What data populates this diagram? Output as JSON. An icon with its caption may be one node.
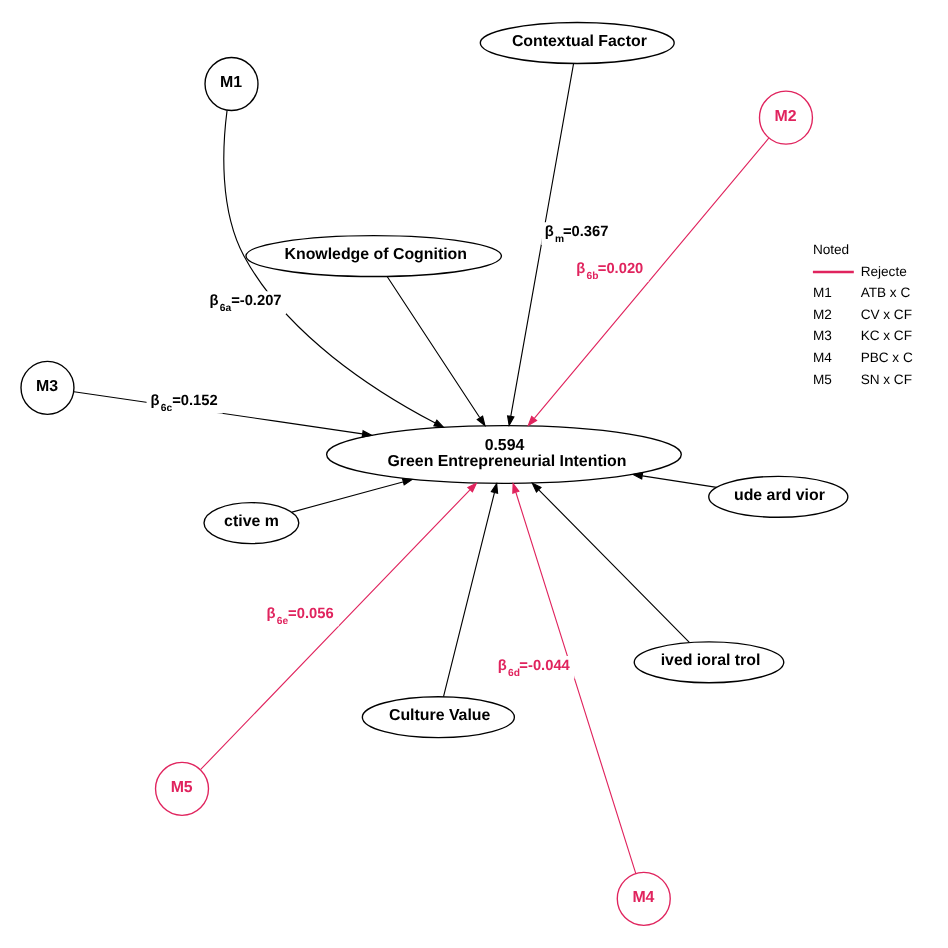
{
  "diagram": {
    "nodes": [
      {
        "text": [
          "Knowledge of Cognition"
        ]
      },
      {
        "text": [
          "ude ard vior"
        ]
      },
      {
        "text": [
          "M4"
        ]
      },
      {
        "text": [
          "Contextual Factor"
        ]
      },
      {
        "text": [
          "M2"
        ]
      },
      {
        "text": [
          "M1"
        ]
      },
      {
        "text": [
          "ctive m"
        ]
      },
      {
        "text": [
          "0.594",
          "Green Entrepreneurial Intention"
        ]
      },
      {
        "text": [
          "M5"
        ]
      },
      {
        "text": [
          "ived ioral trol"
        ]
      },
      {
        "text": [
          "Culture Value"
        ]
      },
      {
        "text": [
          "M3"
        ]
      }
    ],
    "edges": [
      {
        "from": 0,
        "to": 7,
        "arrow": "to"
      },
      {
        "from": 1,
        "to": 7,
        "arrow": "to"
      },
      {
        "from": 2,
        "to": 7,
        "arrow": "to",
        "label": "β$_{6d}$=-0.044",
        "color": "#e0245e"
      },
      {
        "from": 3,
        "to": 7,
        "arrow": "to",
        "label": "β$_{m}$=0.367"
      },
      {
        "from": 4,
        "to": 7,
        "arrow": "to",
        "label": "β$_{6b}$=0.020",
        "color": "#e0245e"
      },
      {
        "from": 5,
        "to": 7,
        "arrow": "to",
        "label": "β$_{6a}$=-0.207"
      },
      {
        "from": 6,
        "to": 7,
        "arrow": "to"
      },
      {
        "from": 8,
        "to": 7,
        "arrow": "to",
        "label": "β$_{6e}$=0.056",
        "color": "#e0245e"
      },
      {
        "from": 9,
        "to": 7,
        "arrow": "to"
      },
      {
        "from": 10,
        "to": 7,
        "arrow": "to"
      },
      {
        "from": 11,
        "to": 7,
        "arrow": "to",
        "label": "β$_{6c}$=0.152"
      }
    ],
    "labels": [
      "Noted",
      "M1",
      "ATB x C",
      "M2",
      "CV x CF",
      "M3",
      "KC x CF",
      "M4",
      "PBC x C",
      "M5",
      "SN x CF"
    ],
    "legend": [
      {
        "text": "Rejecte"
      }
    ]
  }
}
